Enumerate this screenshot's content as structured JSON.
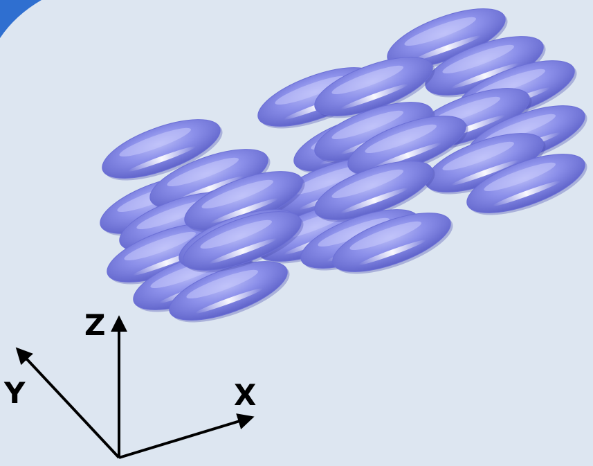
{
  "axes": {
    "z_label": "Z",
    "y_label": "Y",
    "x_label": "X"
  },
  "colors": {
    "background": "#dde6f1",
    "ellipsoid_body": "#8c90ea",
    "ellipsoid_dark": "#5a5ec6",
    "ellipsoid_highlight": "#ffffff",
    "corner_accent": "#2f6fd0",
    "axis_stroke": "#000000"
  },
  "scene": {
    "description_icon": "ellipsoid-molecule",
    "ellipsoid_count": 30
  }
}
